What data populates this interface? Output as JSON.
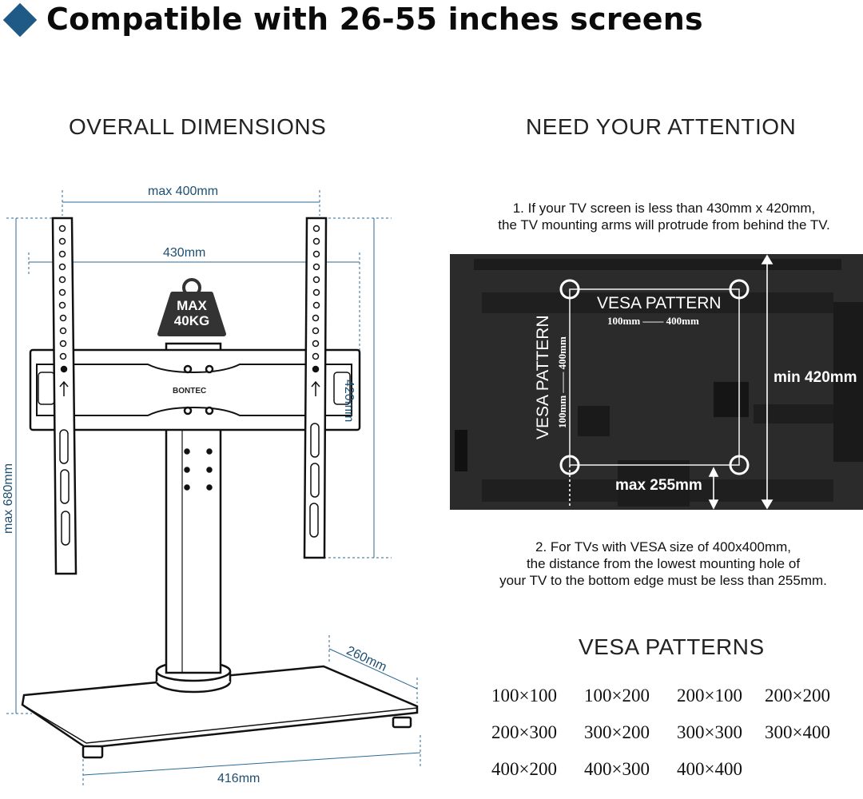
{
  "header": {
    "title": "Compatible with 26-55 inches screens"
  },
  "left": {
    "title": "OVERALL DIMENSIONS",
    "dims": {
      "max_width": "max 400mm",
      "width": "430mm",
      "height_bracket": "420mm",
      "max_height": "max 680mm",
      "depth": "260mm",
      "base_width": "416mm"
    },
    "weight_badge": {
      "line1": "MAX",
      "line2": "40KG"
    },
    "brand": "BONTEC"
  },
  "right": {
    "title": "NEED YOUR ATTENTION",
    "note1": [
      "1. If your TV screen is less than 430mm x 420mm,",
      "the TV mounting arms will protrude from behind the TV."
    ],
    "tv_labels": {
      "vesa_h": "VESA PATTERN",
      "vesa_h_range": "100mm —— 400mm",
      "vesa_v": "VESA PATTERN",
      "vesa_v_range": "100mm —— 400mm",
      "min_height": "min 420mm",
      "max_bottom": "max 255mm"
    },
    "note2": [
      "2. For TVs with VESA size of 400x400mm,",
      "the distance from the lowest mounting hole of",
      "your TV to the bottom edge must be less than 255mm."
    ],
    "patterns_title": "VESA PATTERNS",
    "patterns": [
      "100×100",
      "100×200",
      "200×100",
      "200×200",
      "200×300",
      "300×200",
      "300×300",
      "300×400",
      "400×200",
      "400×300",
      "400×400"
    ]
  },
  "colors": {
    "accent": "#1f5a86",
    "dimension": "#1d4f72"
  }
}
